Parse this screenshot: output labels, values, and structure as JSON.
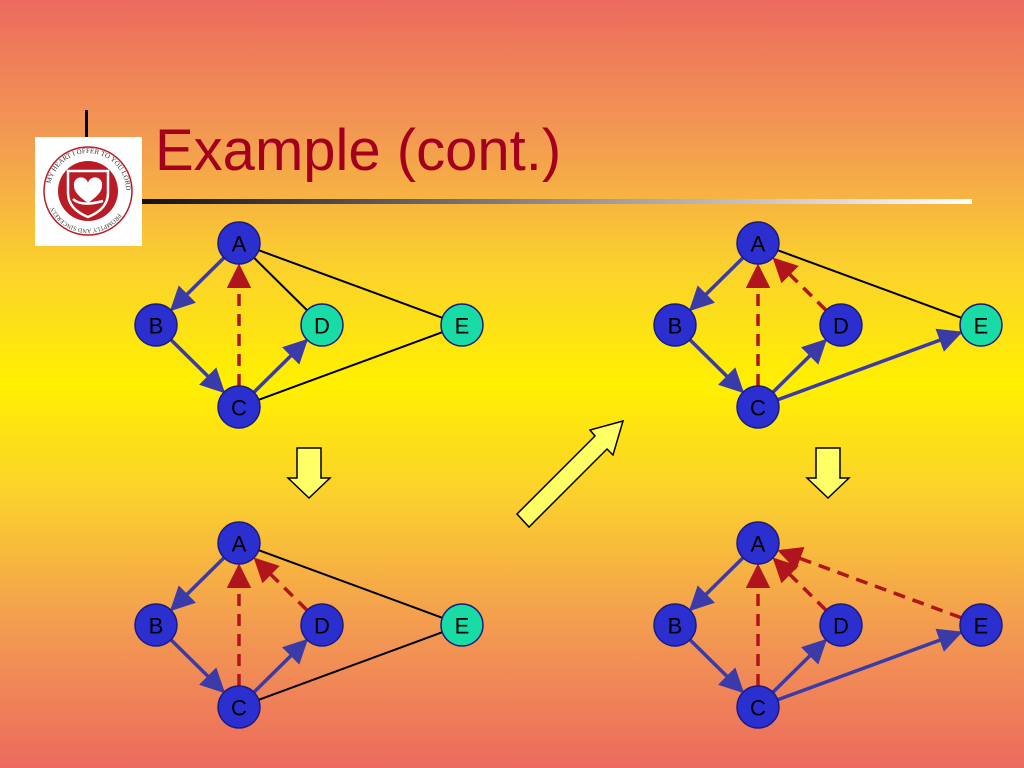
{
  "title": "Example (cont.)",
  "logo": {
    "ring_text_top": "MY HEART I OFFER TO YOU LORD",
    "ring_text_bottom": "PROMPTLY AND SINCERELY",
    "icon": "heart-in-hand-shield-icon"
  },
  "colors": {
    "node_blue": "#2b2fd0",
    "node_teal": "#19dba6",
    "tree_edge": "#3a3aa8",
    "back_edge": "#b0141c",
    "title_red": "#a3001e"
  },
  "node_labels": {
    "A": "A",
    "B": "B",
    "C": "C",
    "D": "D",
    "E": "E"
  },
  "panels": [
    {
      "id": "top-left",
      "teal_nodes": [
        "D",
        "E"
      ],
      "tree_edges": [
        [
          "A",
          "B"
        ],
        [
          "B",
          "C"
        ],
        [
          "C",
          "D"
        ]
      ],
      "back_edges": [
        [
          "C",
          "A"
        ]
      ],
      "plain_edges": [
        [
          "A",
          "D"
        ],
        [
          "A",
          "E"
        ],
        [
          "C",
          "E"
        ]
      ]
    },
    {
      "id": "bottom-left",
      "teal_nodes": [
        "E"
      ],
      "tree_edges": [
        [
          "A",
          "B"
        ],
        [
          "B",
          "C"
        ],
        [
          "C",
          "D"
        ]
      ],
      "back_edges": [
        [
          "C",
          "A"
        ],
        [
          "D",
          "A"
        ]
      ],
      "plain_edges": [
        [
          "A",
          "E"
        ],
        [
          "C",
          "E"
        ]
      ]
    },
    {
      "id": "top-right",
      "teal_nodes": [
        "E"
      ],
      "tree_edges": [
        [
          "A",
          "B"
        ],
        [
          "B",
          "C"
        ],
        [
          "C",
          "D"
        ],
        [
          "C",
          "E"
        ]
      ],
      "back_edges": [
        [
          "C",
          "A"
        ],
        [
          "D",
          "A"
        ]
      ],
      "plain_edges": [
        [
          "A",
          "E"
        ]
      ]
    },
    {
      "id": "bottom-right",
      "teal_nodes": [],
      "tree_edges": [
        [
          "A",
          "B"
        ],
        [
          "B",
          "C"
        ],
        [
          "C",
          "D"
        ],
        [
          "C",
          "E"
        ]
      ],
      "back_edges": [
        [
          "C",
          "A"
        ],
        [
          "D",
          "A"
        ],
        [
          "E",
          "A"
        ]
      ],
      "plain_edges": []
    }
  ],
  "transitions": [
    {
      "from": "top-left",
      "to": "bottom-left",
      "icon": "down-arrow-icon"
    },
    {
      "from": "bottom-left",
      "to": "top-right",
      "icon": "diagonal-arrow-icon"
    },
    {
      "from": "top-right",
      "to": "bottom-right",
      "icon": "down-arrow-icon"
    }
  ]
}
